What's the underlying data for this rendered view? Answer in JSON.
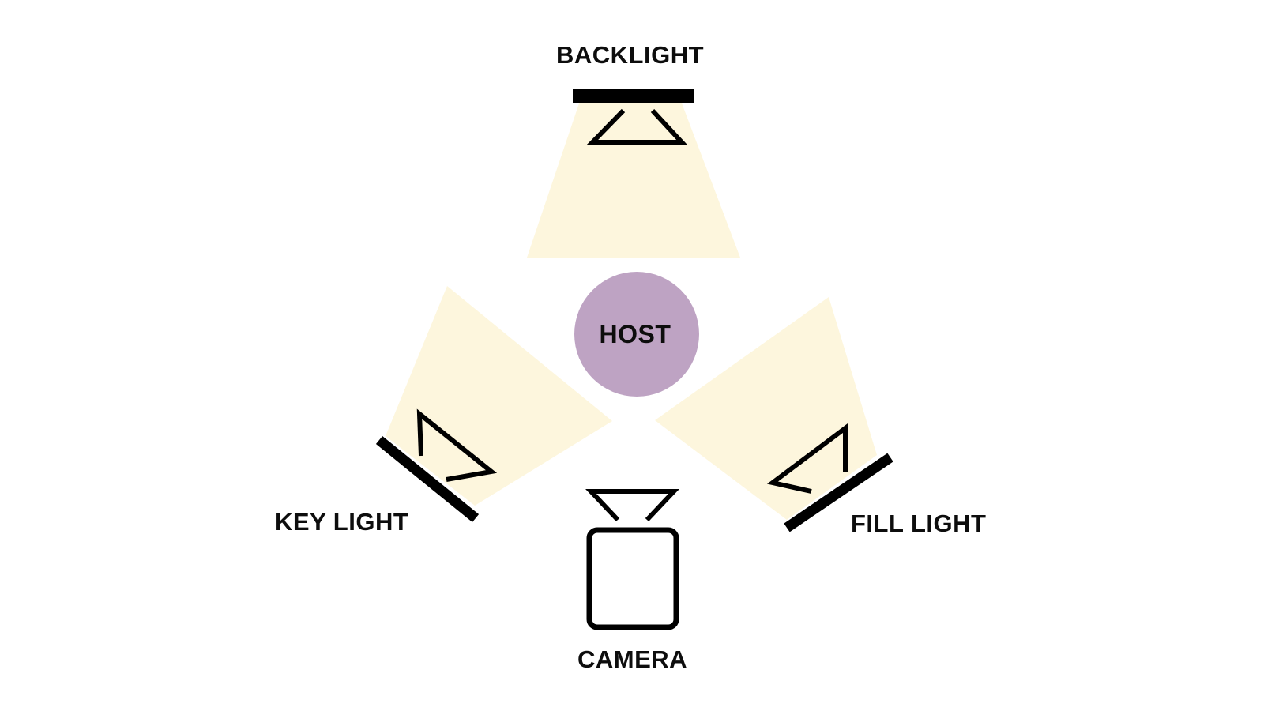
{
  "diagram": {
    "backlight_label": "BACKLIGHT",
    "key_light_label": "KEY LIGHT",
    "fill_light_label": "FILL LIGHT",
    "camera_label": "CAMERA",
    "host_label": "HOST"
  },
  "colors": {
    "light_beam": "#fdf6dd",
    "host_circle": "#bea3c3",
    "fixture": "#000000",
    "text": "#0d0d0d",
    "background": "#ffffff"
  },
  "icons": [
    "backlight-fixture-icon",
    "key-light-fixture-icon",
    "fill-light-fixture-icon",
    "camera-icon"
  ]
}
